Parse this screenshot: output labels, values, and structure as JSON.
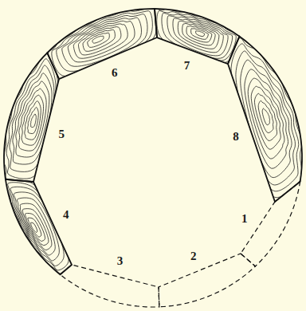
{
  "diagram": {
    "labels": [
      "6",
      "7",
      "5",
      "8",
      "1",
      "4",
      "3",
      "2"
    ]
  }
}
